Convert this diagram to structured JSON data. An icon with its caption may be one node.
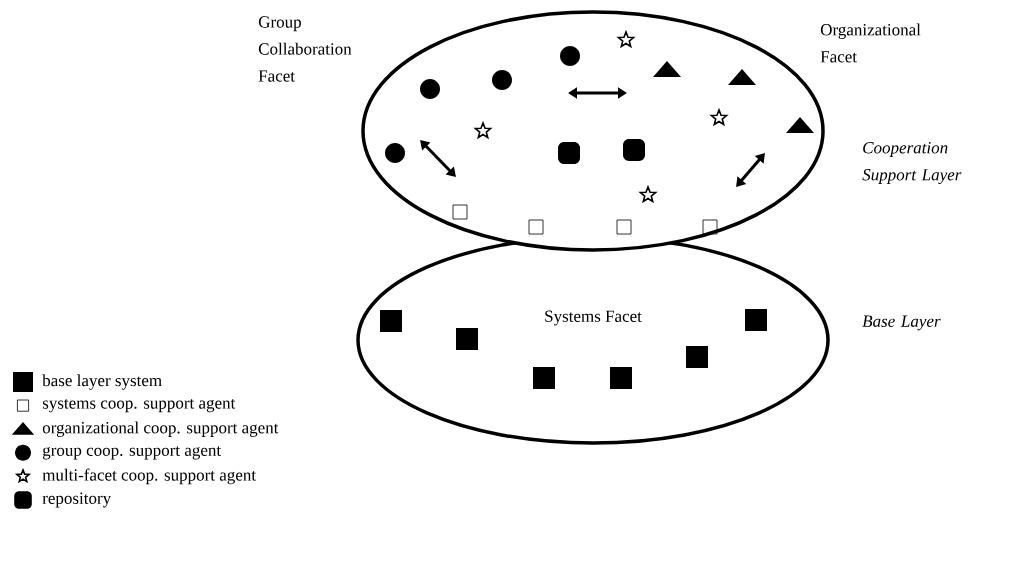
{
  "diagram": {
    "nodes": [
      {
        "text": [
          "Group Collaboration Facet",
          "Organizational Facet"
        ],
        "beside": [
          "Cooperation Support Layer"
        ]
      },
      {
        "text": [
          "Systems Facet"
        ],
        "beside": [
          "Base Layer"
        ]
      }
    ],
    "legend": [
      {
        "text": "base layer system"
      },
      {
        "text": "systems coop. support agent"
      },
      {
        "text": "organizational coop. support agent"
      },
      {
        "text": "group coop. support agent"
      },
      {
        "text": "multi-facet coop. support agent"
      },
      {
        "text": "repository"
      }
    ]
  }
}
